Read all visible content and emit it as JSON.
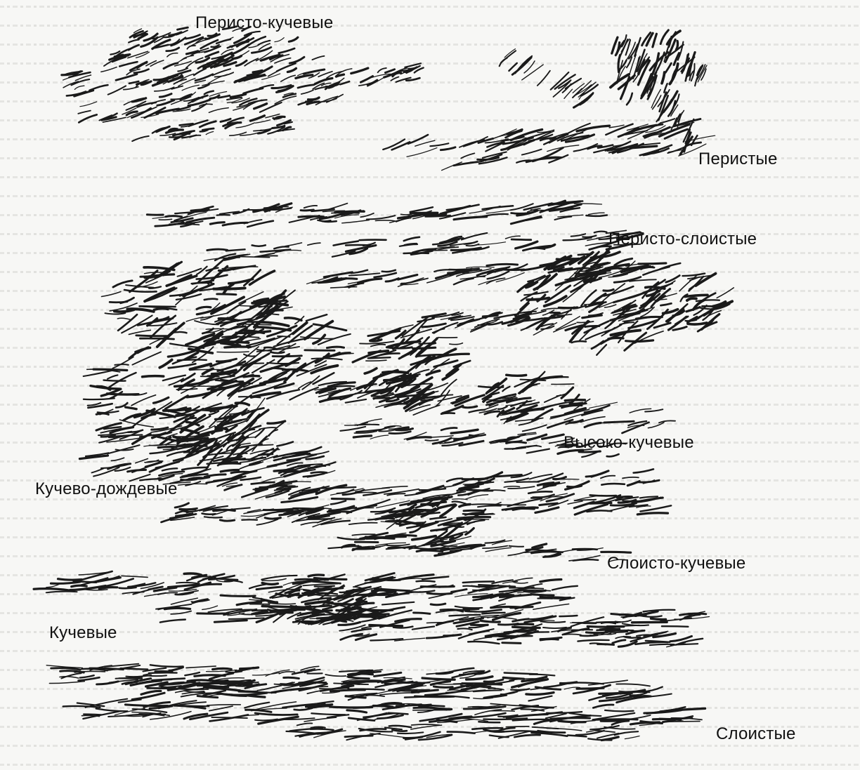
{
  "figure": {
    "background_color": "#f7f7f5",
    "ink_color": "#1a1a1a",
    "labels": {
      "cirrocumulus": "Перисто-кучевые",
      "cirrus": "Перистые",
      "cirrostratus": "Перисто-слоистые",
      "altocumulus": "Высоко-кучевые",
      "cumulonimbus": "Кучево-дождевые",
      "stratocumulus": "Слоисто-кучевые",
      "cumulus": "Кучевые",
      "stratus": "Слоистые"
    }
  }
}
